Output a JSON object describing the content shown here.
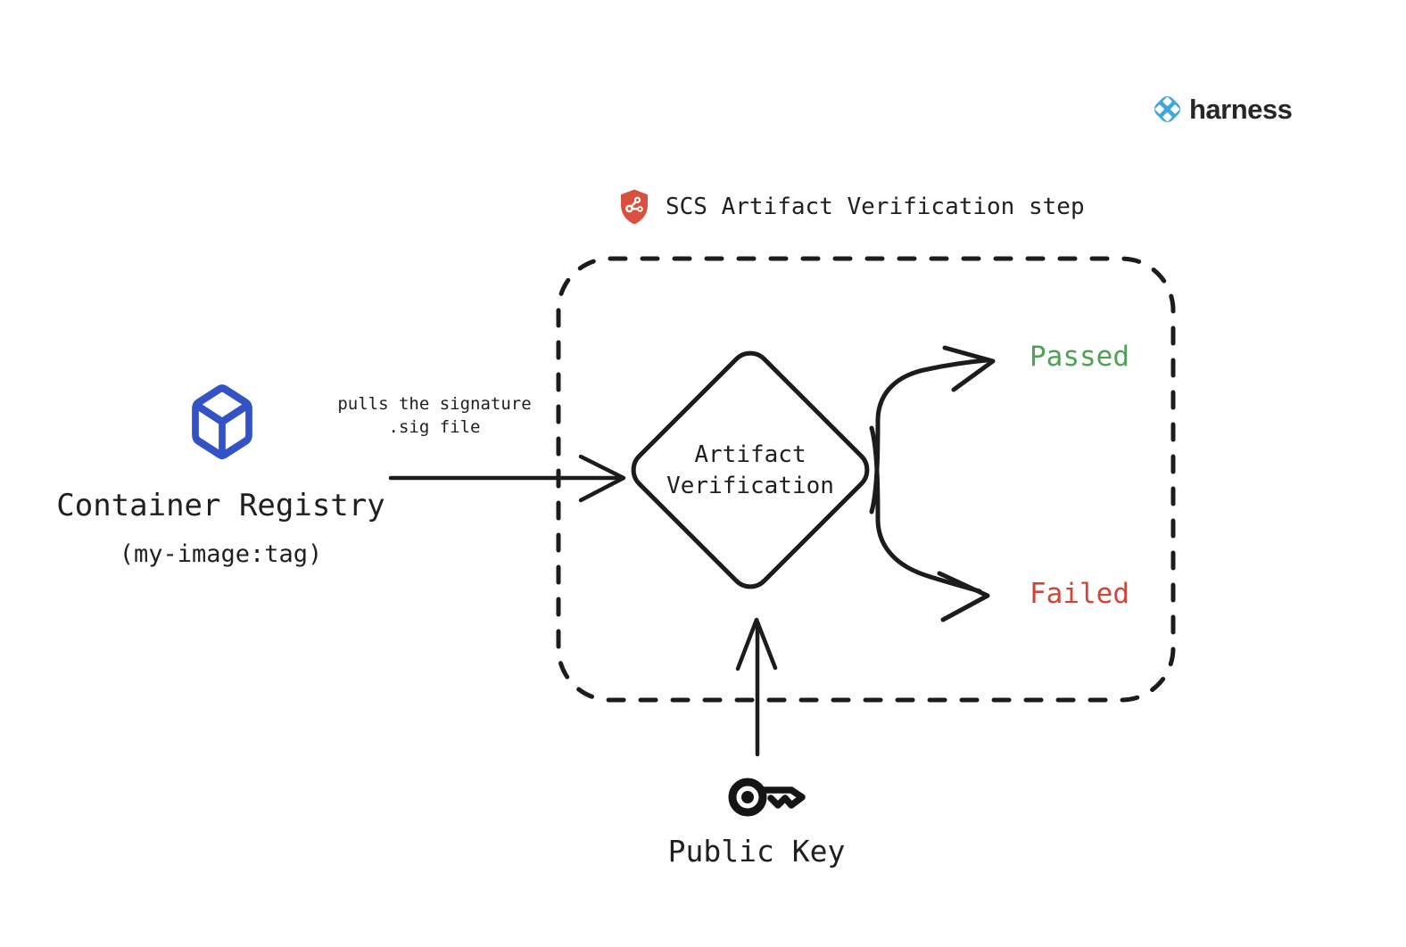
{
  "brand": {
    "name": "harness",
    "icon": "harness-diamonds-icon",
    "icon_color": "#3DA7DF",
    "text_color": "#262626"
  },
  "step_header": {
    "title": "SCS Artifact Verification step",
    "icon": "shield-network-icon",
    "shield_color": "#D8503E"
  },
  "nodes": {
    "container_registry": {
      "label": "Container Registry",
      "sublabel": "(my-image:tag)",
      "icon": "cube-icon",
      "icon_color": "#3352C5"
    },
    "artifact_verification": {
      "label_line1": "Artifact",
      "label_line2": "Verification"
    },
    "public_key": {
      "label": "Public Key",
      "icon": "key-icon"
    }
  },
  "edges": {
    "pull_signature": {
      "label_line1": "pulls the signature",
      "label_line2": ".sig file"
    },
    "passed": {
      "label": "Passed",
      "color": "#4FA156"
    },
    "failed": {
      "label": "Failed",
      "color": "#D0453A"
    }
  },
  "stroke_color": "#1C1C1C"
}
